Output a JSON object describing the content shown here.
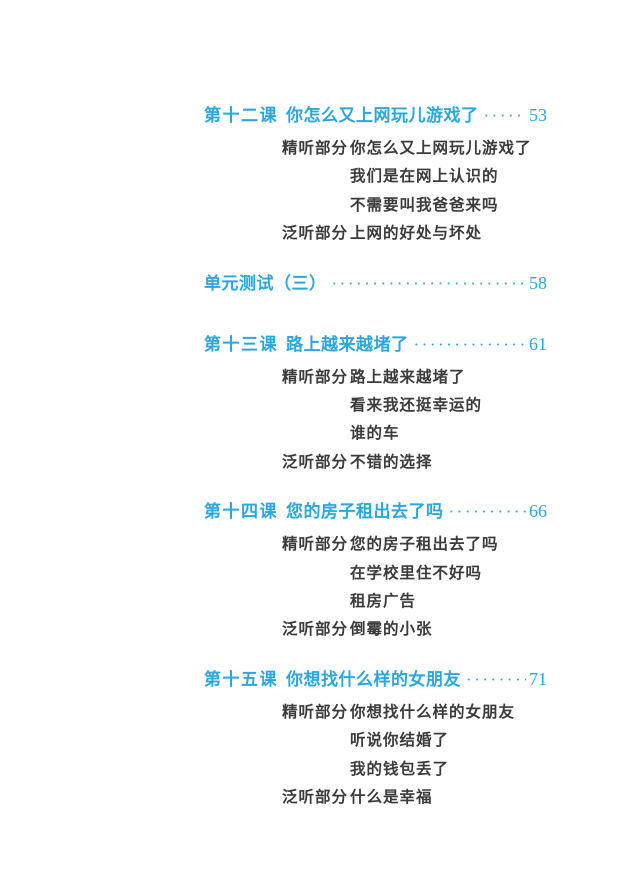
{
  "page": {
    "background": "#ffffff",
    "accent_color": "#2ba7df",
    "body_text_color": "#3b3b3b",
    "leader_dot": "·"
  },
  "toc": {
    "sections": [
      {
        "type": "lesson",
        "label": "第十二课",
        "title": "你怎么又上网玩儿游戏了",
        "page": "53",
        "sub_sections": [
          {
            "label": "精听部分",
            "text": "你怎么又上网玩儿游戏了"
          },
          {
            "label": "",
            "text": "我们是在网上认识的"
          },
          {
            "label": "",
            "text": "不需要叫我爸爸来吗"
          },
          {
            "label": "泛听部分",
            "text": "上网的好处与坏处"
          }
        ]
      },
      {
        "type": "unit-test",
        "label": "",
        "title": "单元测试（三）",
        "page": "58",
        "sub_sections": []
      },
      {
        "type": "lesson",
        "label": "第十三课",
        "title": "路上越来越堵了",
        "page": "61",
        "sub_sections": [
          {
            "label": "精听部分",
            "text": "路上越来越堵了"
          },
          {
            "label": "",
            "text": "看来我还挺幸运的"
          },
          {
            "label": "",
            "text": "谁的车"
          },
          {
            "label": "泛听部分",
            "text": "不错的选择"
          }
        ]
      },
      {
        "type": "lesson",
        "label": "第十四课",
        "title": "您的房子租出去了吗",
        "page": "66",
        "sub_sections": [
          {
            "label": "精听部分",
            "text": "您的房子租出去了吗"
          },
          {
            "label": "",
            "text": "在学校里住不好吗"
          },
          {
            "label": "",
            "text": "租房广告"
          },
          {
            "label": "泛听部分",
            "text": "倒霉的小张"
          }
        ]
      },
      {
        "type": "lesson",
        "label": "第十五课",
        "title": "你想找什么样的女朋友",
        "page": "71",
        "sub_sections": [
          {
            "label": "精听部分",
            "text": "你想找什么样的女朋友"
          },
          {
            "label": "",
            "text": "听说你结婚了"
          },
          {
            "label": "",
            "text": "我的钱包丢了"
          },
          {
            "label": "泛听部分",
            "text": "什么是幸福"
          }
        ]
      }
    ]
  }
}
